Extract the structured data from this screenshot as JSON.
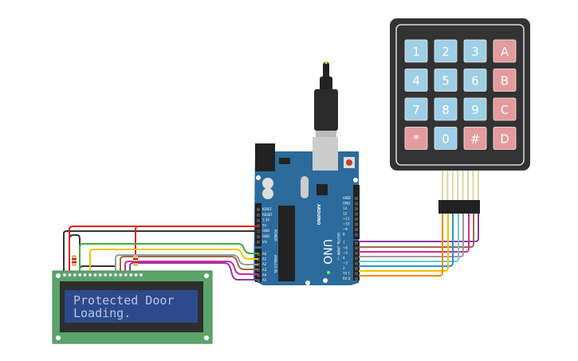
{
  "lcd": {
    "line1": "Protected Door",
    "line2": "Loading."
  },
  "keypad": {
    "keys": [
      {
        "label": "1",
        "type": "num"
      },
      {
        "label": "2",
        "type": "num"
      },
      {
        "label": "3",
        "type": "num"
      },
      {
        "label": "A",
        "type": "fn"
      },
      {
        "label": "4",
        "type": "num"
      },
      {
        "label": "5",
        "type": "num"
      },
      {
        "label": "6",
        "type": "num"
      },
      {
        "label": "B",
        "type": "fn"
      },
      {
        "label": "7",
        "type": "num"
      },
      {
        "label": "8",
        "type": "num"
      },
      {
        "label": "9",
        "type": "num"
      },
      {
        "label": "C",
        "type": "fn"
      },
      {
        "label": "*",
        "type": "fn"
      },
      {
        "label": "0",
        "type": "num"
      },
      {
        "label": "#",
        "type": "fn"
      },
      {
        "label": "D",
        "type": "fn"
      }
    ]
  },
  "arduino": {
    "model": "UNO",
    "brand": "ARDUINO",
    "power_label": "POWER",
    "analog_label": "ANALOG IN",
    "digital_label": "DIGITAL (PWM ~)",
    "power_pins": [
      "IOREF",
      "RESET",
      "3.3V",
      "5V",
      "GND",
      "GND",
      "Vin"
    ],
    "analog_pins": [
      "A0",
      "A1",
      "A2",
      "A3",
      "A4",
      "A5"
    ],
    "digital_pins_top": [
      "AREF",
      "GND",
      "13",
      "12",
      "~11",
      "~10",
      "~9",
      "8"
    ],
    "digital_pins_bottom": [
      "7",
      "~6",
      "~5",
      "4",
      "~3",
      "2",
      "TX 1",
      "RX 0"
    ]
  },
  "colors": {
    "board": "#2c6b9c",
    "lcd_pcb": "#5aa46a",
    "lcd_screen": "#2d4a8c",
    "keypad_body": "#333333",
    "key_num": "#9ecfe6",
    "key_fn": "#e59a9c",
    "wires": {
      "red": "#e02020",
      "black": "#333333",
      "green": "#3cb043",
      "yellow": "#f2c500",
      "gray": "#9a9a9a",
      "brown": "#9a6b45",
      "pink": "#d6289a",
      "purple": "#8a3ca8",
      "cyan": "#6cc7d8",
      "blue": "#2f8fd8",
      "orange": "#f28a00"
    }
  }
}
